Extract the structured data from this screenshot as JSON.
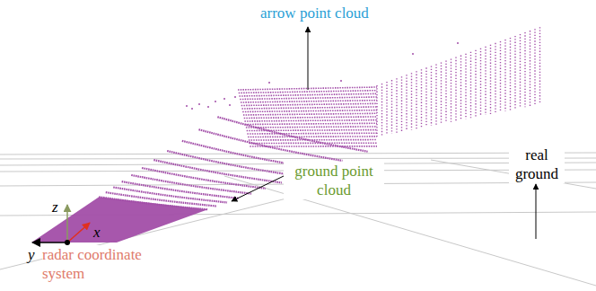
{
  "diagram": {
    "labels": [
      "arrow point cloud",
      "real ground",
      "ground point cloud",
      "z",
      "x",
      "y",
      "radar coordinate system"
    ]
  }
}
